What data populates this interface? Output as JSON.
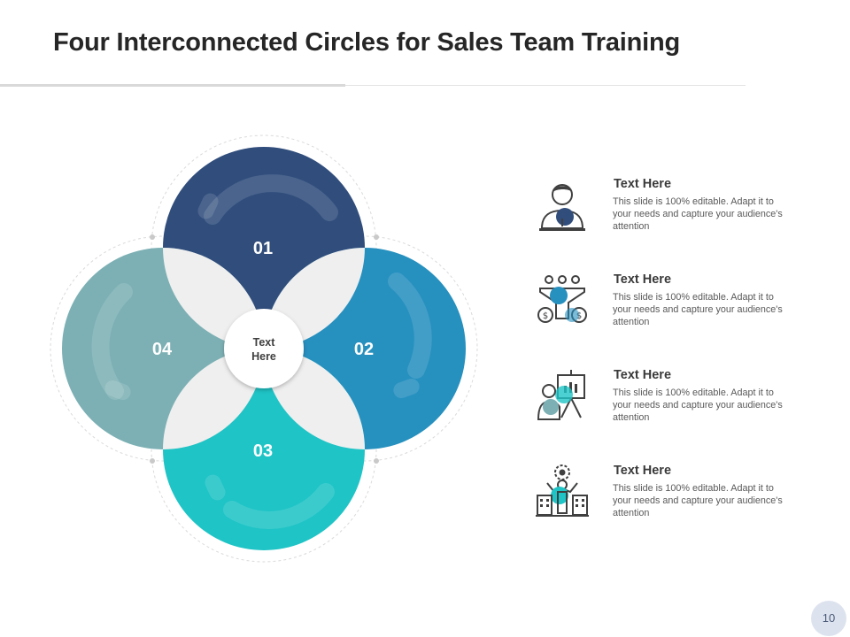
{
  "slide": {
    "title": "Four Interconnected Circles for Sales Team Training",
    "page_number": "10"
  },
  "diagram": {
    "center_label_line1": "Text",
    "center_label_line2": "Here",
    "circles": [
      {
        "number": "01",
        "color": "#304d7c"
      },
      {
        "number": "02",
        "color": "#2690bf"
      },
      {
        "number": "03",
        "color": "#1fc4c6"
      },
      {
        "number": "04",
        "color": "#7cb0b4"
      }
    ],
    "overlap_color": "#efefef"
  },
  "items": [
    {
      "heading": "Text Here",
      "description": "This slide is 100% editable. Adapt it to your needs and capture your audience's attention",
      "icon": "businessman-icon"
    },
    {
      "heading": "Text Here",
      "description": "This slide is 100% editable. Adapt it to your needs and capture your audience's attention",
      "icon": "sales-funnel-icon"
    },
    {
      "heading": "Text Here",
      "description": "This slide is 100% editable. Adapt it to your needs and capture your audience's attention",
      "icon": "presentation-icon"
    },
    {
      "heading": "Text Here",
      "description": "This slide is 100% editable. Adapt it to your needs and capture your audience's attention",
      "icon": "growth-leader-icon"
    }
  ]
}
